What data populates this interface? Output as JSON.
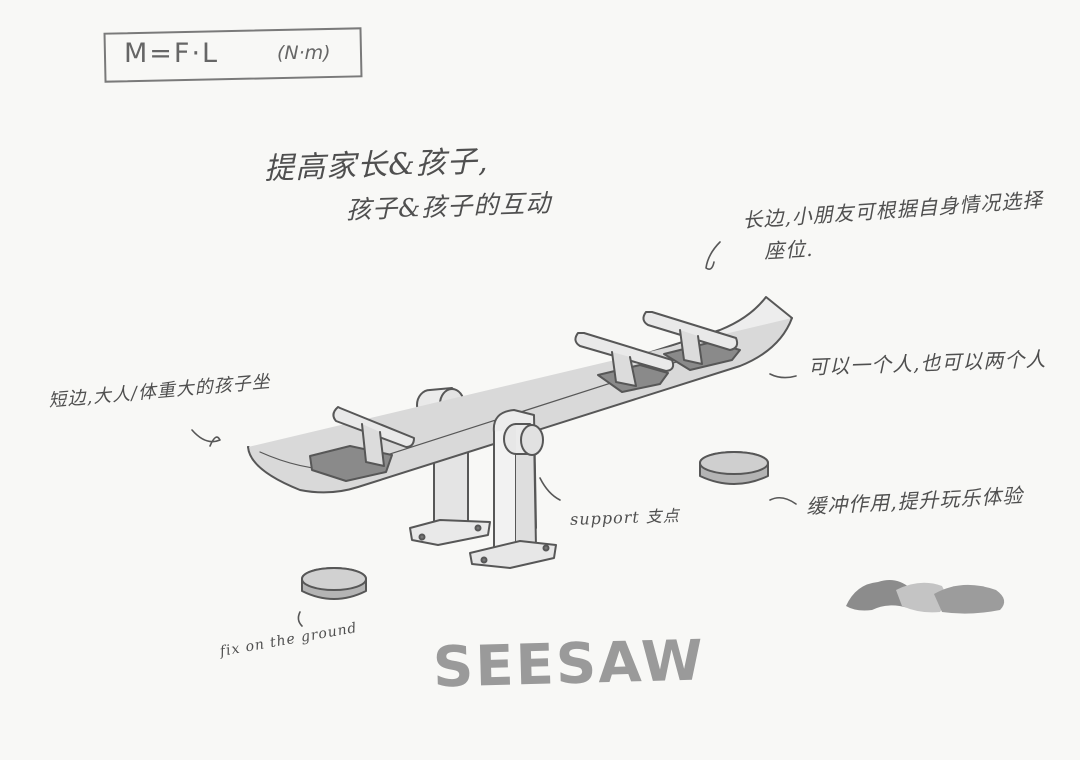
{
  "formula": {
    "text": "M=F·L",
    "unit": "(N·m)"
  },
  "notes": {
    "goal_line1": "提高家长&孩子,",
    "goal_line2": "孩子&孩子的互动",
    "long_side_line1": "长边,小朋友可根据自身情况选择",
    "long_side_line2": "座位.",
    "short_side": "短边,大人/体重大的孩子坐",
    "seats": "可以一个人,也可以两个人",
    "support": "support 支点",
    "buffer": "缓冲作用,提升玩乐体验",
    "ground": "fix on the ground"
  },
  "title": "SEESAW",
  "colors": {
    "paper": "#f8f8f6",
    "pencil": "#5a5a5a",
    "seat_pad": "#8a8a8a",
    "swatch_dark": "#8c8c8c",
    "swatch_light": "#c4c4c4"
  }
}
